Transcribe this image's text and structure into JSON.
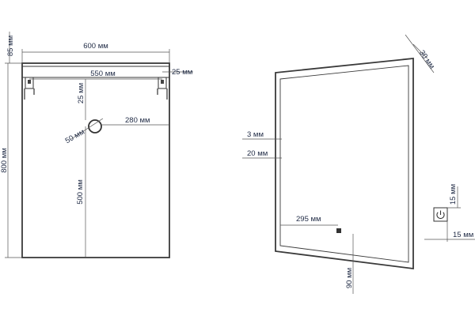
{
  "colors": {
    "line": "#3a3a3a",
    "dim_line": "#555555",
    "text": "#1f2a44"
  },
  "back_view": {
    "width": "600 мм",
    "height": "800 мм",
    "top_offset": "85 мм",
    "bracket_spacing": "550 мм",
    "bracket_edge": "25 мм",
    "bracket_drop": "25 мм",
    "hole_diameter": "50 мм",
    "hole_side": "280 мм",
    "hole_bottom": "500 мм"
  },
  "front_view": {
    "depth": "30 мм",
    "led_inset": "3 мм",
    "led_strip": "20 мм",
    "switch_offset_x": "295 мм",
    "switch_offset_y": "90 мм",
    "button_height": "15 мм",
    "button_width": "15 мм"
  },
  "icons": {
    "power": "power-icon",
    "bracket": "bracket-icon",
    "hole": "wire-hole-icon"
  }
}
